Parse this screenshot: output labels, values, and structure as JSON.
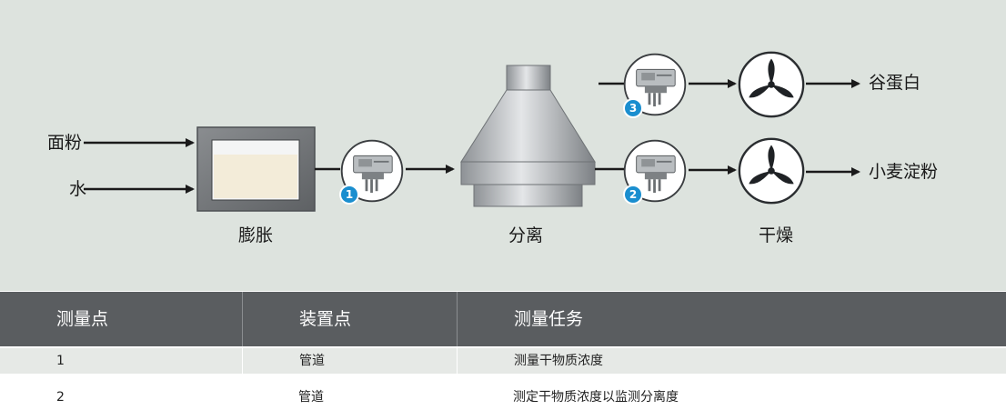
{
  "diagram": {
    "inputs": [
      "面粉",
      "水"
    ],
    "stages": [
      "膨胀",
      "分离",
      "干燥"
    ],
    "outputs": [
      "谷蛋白",
      "小麦淀粉"
    ],
    "badges": [
      "1",
      "2",
      "3"
    ]
  },
  "table": {
    "headers": [
      "测量点",
      "装置点",
      "测量任务"
    ],
    "rows": [
      [
        "1",
        "管道",
        "测量干物质浓度"
      ],
      [
        "2",
        "管道",
        "测定干物质浓度以监测分离度"
      ]
    ]
  },
  "colors": {
    "background": "#dde3de",
    "badge": "#1a8ecf",
    "header": "#5a5d60"
  }
}
